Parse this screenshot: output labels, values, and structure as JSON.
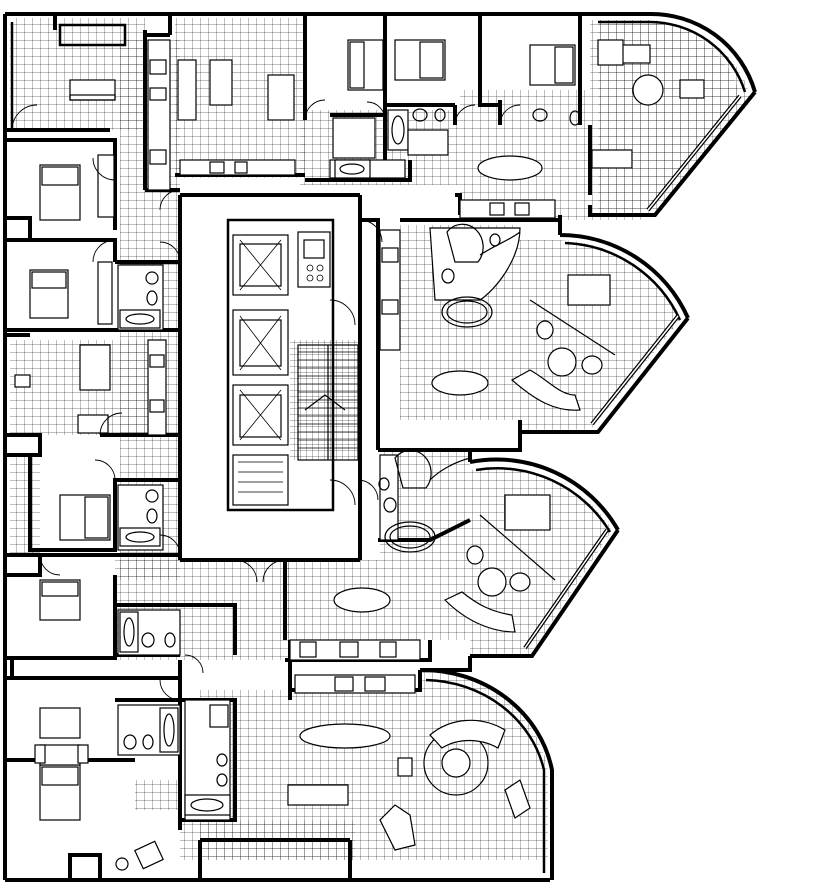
{
  "drawing": {
    "type": "architectural floor plan",
    "colors": {
      "line": "#000000",
      "background": "#ffffff",
      "tile_grid": "#000000"
    },
    "core": {
      "elevator_count": 4,
      "stair_count": 1
    },
    "units": [
      {
        "id": "unit-nw",
        "label": ""
      },
      {
        "id": "unit-north",
        "label": ""
      },
      {
        "id": "unit-ne",
        "label": ""
      },
      {
        "id": "unit-east-upper",
        "label": ""
      },
      {
        "id": "unit-east-lower",
        "label": ""
      },
      {
        "id": "unit-south",
        "label": ""
      },
      {
        "id": "unit-west",
        "label": ""
      },
      {
        "id": "unit-sw",
        "label": ""
      }
    ]
  }
}
